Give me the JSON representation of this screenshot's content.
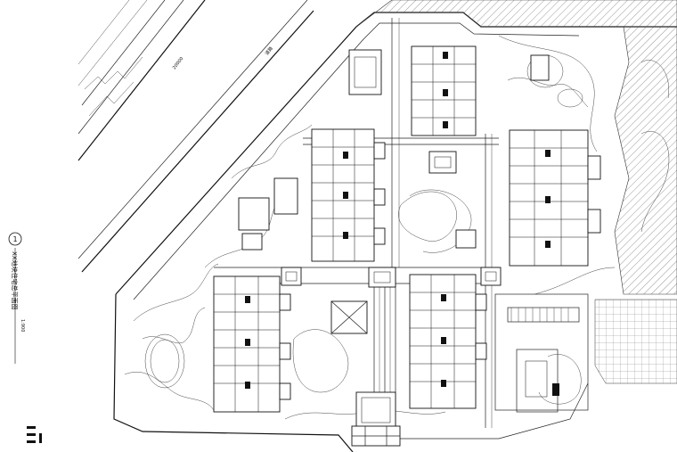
{
  "drawing": {
    "title": "XX地块住宅总平面图",
    "scale_label": "1:900",
    "index_number": "1",
    "road_label": "道路",
    "road_marks": "20000"
  },
  "colors": {
    "ink": "#111111",
    "paper": "#ffffff",
    "hatch": "#333333"
  }
}
